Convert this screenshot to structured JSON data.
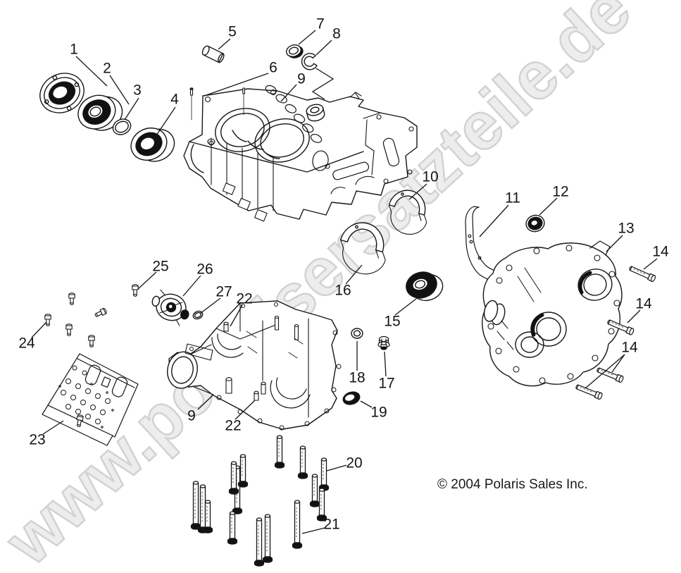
{
  "watermark": {
    "text": "www.polarisersatzteile.de"
  },
  "footer": {
    "copyright": "© 2004 Polaris Sales Inc."
  },
  "callouts": {
    "c1": {
      "label": "1"
    },
    "c2": {
      "label": "2"
    },
    "c3": {
      "label": "3"
    },
    "c4": {
      "label": "4"
    },
    "c5": {
      "label": "5"
    },
    "c6": {
      "label": "6"
    },
    "c7": {
      "label": "7"
    },
    "c8": {
      "label": "8"
    },
    "c9_upper": {
      "label": "9"
    },
    "c9_lower": {
      "label": "9"
    },
    "c10": {
      "label": "10"
    },
    "c11": {
      "label": "11"
    },
    "c12": {
      "label": "12"
    },
    "c13": {
      "label": "13"
    },
    "c14_a": {
      "label": "14"
    },
    "c14_b": {
      "label": "14"
    },
    "c14_c": {
      "label": "14"
    },
    "c15": {
      "label": "15"
    },
    "c16": {
      "label": "16"
    },
    "c17": {
      "label": "17"
    },
    "c18": {
      "label": "18"
    },
    "c19": {
      "label": "19"
    },
    "c20": {
      "label": "20"
    },
    "c21": {
      "label": "21"
    },
    "c22_a": {
      "label": "22"
    },
    "c22_b": {
      "label": "22"
    },
    "c23": {
      "label": "23"
    },
    "c24": {
      "label": "24"
    },
    "c25": {
      "label": "25"
    },
    "c26": {
      "label": "26"
    },
    "c27": {
      "label": "27"
    }
  }
}
